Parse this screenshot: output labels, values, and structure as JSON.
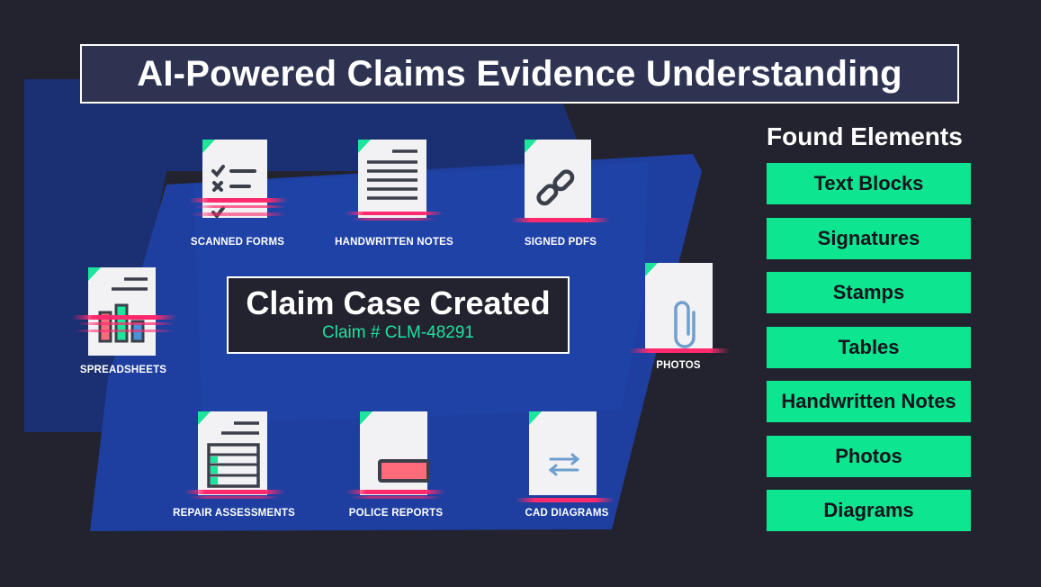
{
  "title": "AI-Powered Claims Evidence Understanding",
  "documents": [
    {
      "label": "SCANNED FORMS",
      "icon": "checklist-icon"
    },
    {
      "label": "HANDWRITTEN NOTES",
      "icon": "text-lines-icon"
    },
    {
      "label": "SIGNED PDFS",
      "icon": "link-icon"
    },
    {
      "label": "SPREADSHEETS",
      "icon": "bar-chart-icon"
    },
    {
      "label": "PHOTOS",
      "icon": "paperclip-icon"
    },
    {
      "label": "REPAIR ASSESSMENTS",
      "icon": "table-icon"
    },
    {
      "label": "POLICE REPORTS",
      "icon": "red-bar-icon"
    },
    {
      "label": "CAD DIAGRAMS",
      "icon": "swap-arrows-icon"
    }
  ],
  "case": {
    "title": "Claim Case Created",
    "claim_number": "Claim # CLM-48291"
  },
  "found_elements": {
    "title": "Found Elements",
    "items": [
      "Text Blocks",
      "Signatures",
      "Stamps",
      "Tables",
      "Handwritten Notes",
      "Photos",
      "Diagrams"
    ]
  },
  "colors": {
    "background": "#23232f",
    "panel_blue": "#1d3f9c",
    "accent_green": "#0de590",
    "scan_pink": "#ff2a6d"
  }
}
